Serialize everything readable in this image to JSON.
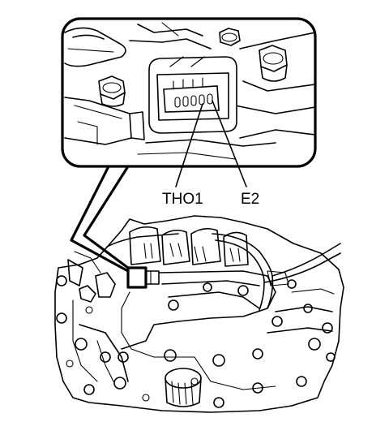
{
  "callouts": [
    {
      "id": "tho1",
      "label": "THO1"
    },
    {
      "id": "e2",
      "label": "E2"
    }
  ]
}
